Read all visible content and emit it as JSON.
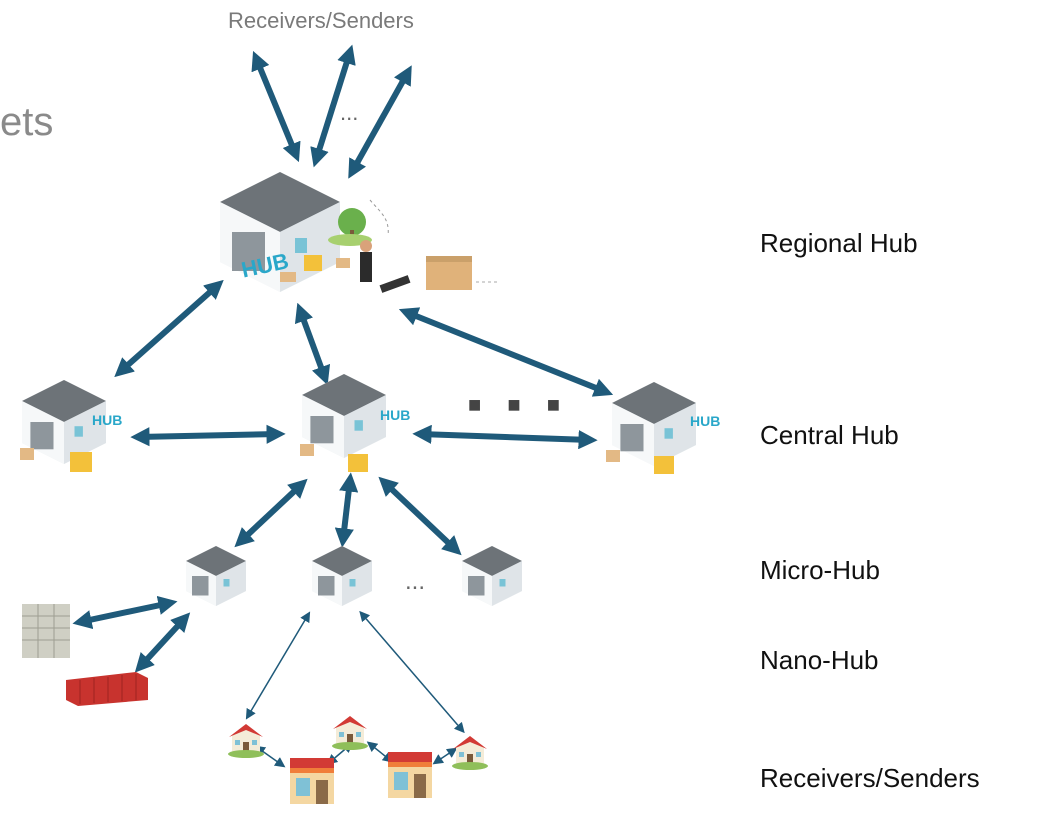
{
  "top_label": "Receivers/Senders",
  "partial_heading": "ets",
  "levels": {
    "regional": "Regional Hub",
    "central": "Central Hub",
    "micro": "Micro-Hub",
    "nano": "Nano-Hub",
    "receivers": "Receivers/Senders"
  },
  "ellipsis_top": "...",
  "ellipsis_central": "■ ■ ■",
  "ellipsis_micro": "...",
  "hub_badge": "HUB",
  "colors": {
    "arrow": "#1f5a7a",
    "roof": "#6d7378",
    "wall": "#eef1f3",
    "hub_text": "#2aa7c9",
    "container": "#c8332e",
    "locker": "#cfcfc4",
    "house_roof": "#d23a35",
    "house_wall": "#f4ecd8"
  }
}
